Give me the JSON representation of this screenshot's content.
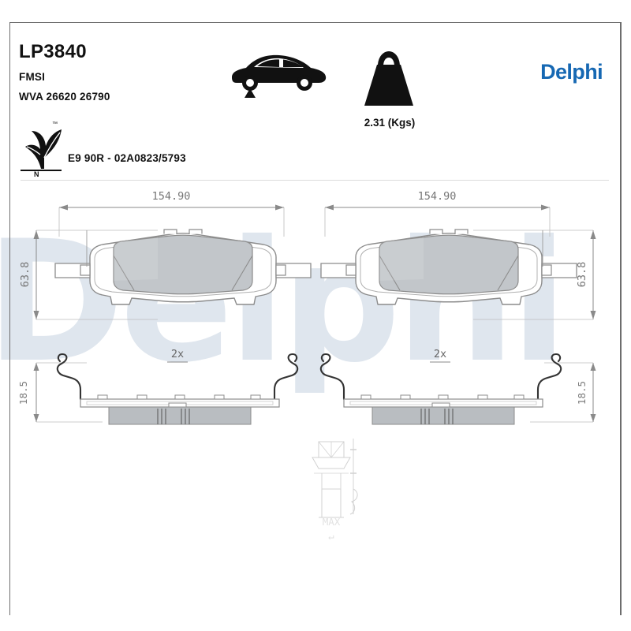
{
  "document": {
    "type": "technical-drawing",
    "product_category": "brake-pad-set"
  },
  "header": {
    "part_number": "LP3840",
    "fmsi_label": "FMSI",
    "wva_label": "WVA 26620 26790",
    "homologation": "E9 90R - 02A0823/5793",
    "eco_mark_letter": "N",
    "eco_mark_tm": "™",
    "brand": "Delphi",
    "brand_color": "#1668b3",
    "axle_icon": "car-front-axle-icon",
    "weight_icon": "weight-kettlebell-icon",
    "weight_value": "2.31 (Kgs)"
  },
  "watermark": {
    "text": "Delphi",
    "color": "#dfe6ee"
  },
  "drawings": {
    "pads": [
      {
        "id": "pad-left",
        "width_dimension": "154.90",
        "height_dimension": "63.8",
        "thickness_dimension": "18.5",
        "quantity_label": "2x",
        "friction_color": "#c2c6ca",
        "outline_color": "#8c8c8c"
      },
      {
        "id": "pad-right",
        "width_dimension": "154.90",
        "height_dimension": "63.8",
        "thickness_dimension": "18.5",
        "quantity_label": "2x",
        "friction_color": "#c2c6ca",
        "outline_color": "#8c8c8c"
      }
    ],
    "detail_view": {
      "id": "wear-indicator-detail",
      "label": "MAX",
      "visible": "faint"
    }
  }
}
